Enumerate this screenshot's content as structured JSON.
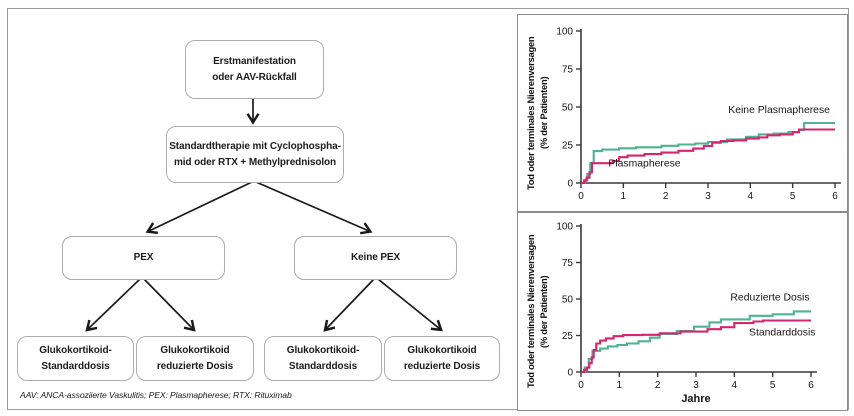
{
  "figure": {
    "colors": {
      "teal": "#4eb392",
      "pink": "#d6256f",
      "axis": "#3a3a3a",
      "arrow": "#1a1a1a",
      "box_border": "#adadad",
      "frame_border": "#9b9b9b",
      "chart_border": "#8c8c8c"
    },
    "flowchart": {
      "nodes": {
        "start": "Erstmanifestation\noder AAV-Rückfall",
        "standard_therapy": "Standardtherapie mit Cyclophospha-\nmid oder RTX + Methylprednisolon",
        "pex": "PEX",
        "no_pex": "Keine PEX",
        "pex_gc_standard": "Glukokortikoid-\nStandarddosis",
        "pex_gc_reduced": "Glukokortikoid\nreduzierte Dosis",
        "nopex_gc_standard": "Glukokortikoid-\nStandarddosis",
        "nopex_gc_reduced": "Glukokortikoid\nreduzierte Dosis"
      },
      "footnote": "AAV: ANCA-assoziierte Vaskulitis; PEX: Plasmapherese; RTX: Rituximab"
    }
  },
  "chart_data": [
    {
      "type": "line",
      "subtype": "kaplan-meier-step",
      "title": "",
      "ylabel": "Tod oder terminales Nierenversagen\n(% der Patienten)",
      "xlabel": "",
      "xlim": [
        0,
        6
      ],
      "ylim": [
        0,
        100
      ],
      "xticks": [
        0,
        1,
        2,
        3,
        4,
        5,
        6
      ],
      "yticks": [
        0,
        25,
        50,
        75,
        100
      ],
      "grid": false,
      "legend_position": "inline-labels",
      "series": [
        {
          "name": "Keine Plasmapherese",
          "color": "#4eb392",
          "label_pos": {
            "x": 4.68,
            "y": 46
          },
          "points": [
            [
              0,
              0
            ],
            [
              0.08,
              2
            ],
            [
              0.15,
              6
            ],
            [
              0.22,
              13
            ],
            [
              0.3,
              21
            ],
            [
              0.5,
              22
            ],
            [
              0.9,
              22.8
            ],
            [
              1.3,
              23.5
            ],
            [
              1.9,
              24.5
            ],
            [
              2.3,
              25.3
            ],
            [
              2.7,
              26
            ],
            [
              3.0,
              27
            ],
            [
              3.45,
              28.7
            ],
            [
              3.9,
              30.4
            ],
            [
              4.2,
              32
            ],
            [
              4.55,
              32.5
            ],
            [
              4.9,
              33.5
            ],
            [
              5.15,
              34.8
            ],
            [
              5.27,
              39.5
            ],
            [
              6,
              39.5
            ]
          ]
        },
        {
          "name": "Plasmapherese",
          "color": "#d6256f",
          "label_pos": {
            "x": 1.5,
            "y": 11
          },
          "points": [
            [
              0,
              0
            ],
            [
              0.07,
              1.5
            ],
            [
              0.13,
              3.5
            ],
            [
              0.2,
              7
            ],
            [
              0.26,
              13
            ],
            [
              0.75,
              14.5
            ],
            [
              0.9,
              17
            ],
            [
              1.1,
              18
            ],
            [
              1.5,
              19
            ],
            [
              1.9,
              20
            ],
            [
              2.3,
              21.2
            ],
            [
              2.65,
              22.6
            ],
            [
              2.9,
              24.4
            ],
            [
              3.1,
              26.5
            ],
            [
              3.3,
              27.6
            ],
            [
              3.6,
              28
            ],
            [
              3.9,
              29.2
            ],
            [
              4.2,
              30
            ],
            [
              4.4,
              31.4
            ],
            [
              4.7,
              32
            ],
            [
              5.0,
              33.4
            ],
            [
              5.15,
              35.2
            ],
            [
              6,
              35.2
            ]
          ]
        }
      ]
    },
    {
      "type": "line",
      "subtype": "kaplan-meier-step",
      "title": "",
      "ylabel": "Tod oder terminales Nierenversagen\n(% der Patienten)",
      "xlabel": "Jahre",
      "xlim": [
        0,
        6
      ],
      "ylim": [
        0,
        100
      ],
      "xticks": [
        0,
        1,
        2,
        3,
        4,
        5,
        6
      ],
      "yticks": [
        0,
        25,
        50,
        75,
        100
      ],
      "grid": false,
      "legend_position": "inline-labels",
      "series": [
        {
          "name": "Reduzierte Dosis",
          "color": "#4eb392",
          "label_pos": {
            "x": 4.93,
            "y": 49
          },
          "points": [
            [
              0,
              0
            ],
            [
              0.1,
              3
            ],
            [
              0.2,
              9
            ],
            [
              0.3,
              14.5
            ],
            [
              0.5,
              16
            ],
            [
              0.7,
              17.5
            ],
            [
              0.95,
              18.5
            ],
            [
              1.2,
              19.5
            ],
            [
              1.5,
              21
            ],
            [
              1.8,
              23.5
            ],
            [
              2.05,
              26
            ],
            [
              2.5,
              28
            ],
            [
              2.95,
              31
            ],
            [
              3.35,
              34
            ],
            [
              3.65,
              36
            ],
            [
              4.4,
              38.5
            ],
            [
              5.0,
              39.5
            ],
            [
              5.55,
              41.5
            ],
            [
              6,
              41.5
            ]
          ]
        },
        {
          "name": "Standarddosis",
          "color": "#d6256f",
          "label_pos": {
            "x": 5.25,
            "y": 25
          },
          "points": [
            [
              0,
              0
            ],
            [
              0.08,
              1.5
            ],
            [
              0.16,
              3
            ],
            [
              0.22,
              6
            ],
            [
              0.28,
              10
            ],
            [
              0.33,
              15
            ],
            [
              0.4,
              19.5
            ],
            [
              0.5,
              21.5
            ],
            [
              0.65,
              23
            ],
            [
              0.85,
              24.5
            ],
            [
              1.1,
              25.3
            ],
            [
              1.6,
              25.5
            ],
            [
              2.05,
              26.5
            ],
            [
              2.6,
              27.7
            ],
            [
              3.3,
              29.3
            ],
            [
              3.65,
              30.7
            ],
            [
              4.0,
              33.5
            ],
            [
              4.5,
              34.6
            ],
            [
              4.75,
              35.3
            ],
            [
              6,
              35.3
            ]
          ]
        }
      ]
    }
  ]
}
